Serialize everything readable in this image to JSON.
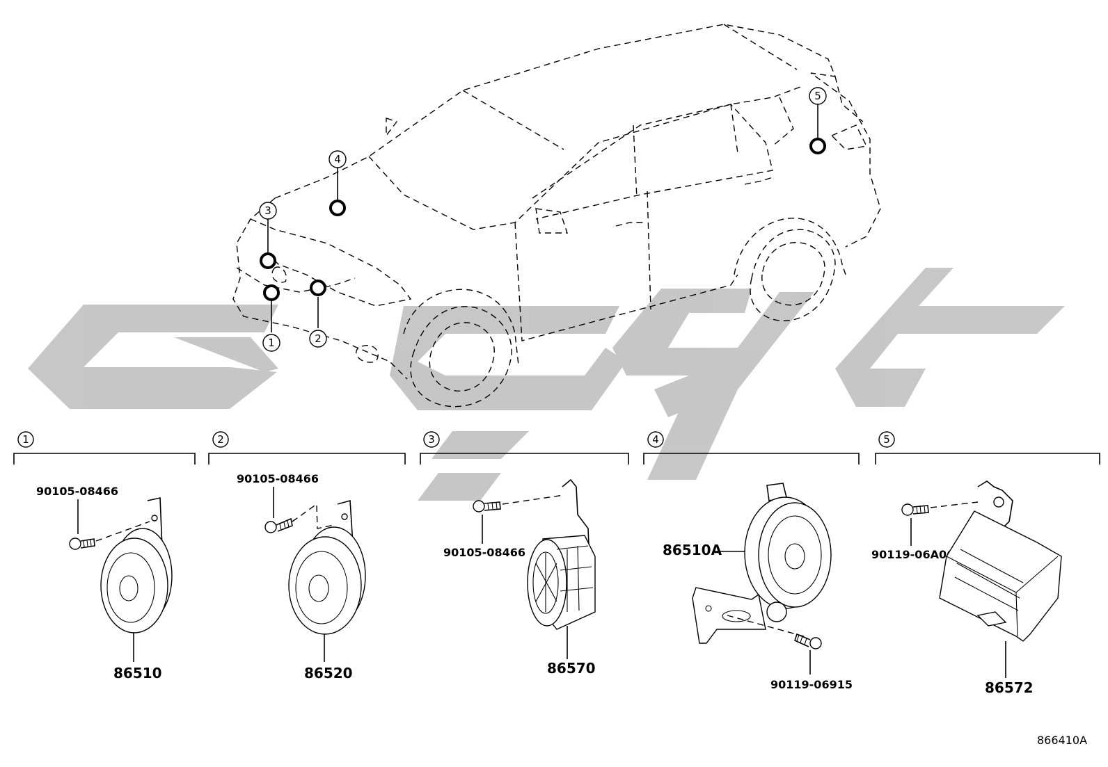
{
  "diagram": {
    "drawing_code": "866410A",
    "watermark_color": "#bdbdbd",
    "location_markers": [
      "1",
      "2",
      "3",
      "4",
      "5"
    ],
    "sections": [
      {
        "index": "1",
        "parts": [
          {
            "part_number": "90105-08466",
            "icon": "bolt-icon"
          },
          {
            "part_number": "86510",
            "icon": "horn-icon"
          }
        ]
      },
      {
        "index": "2",
        "parts": [
          {
            "part_number": "90105-08466",
            "icon": "bolt-icon"
          },
          {
            "part_number": "86520",
            "icon": "horn-icon"
          }
        ]
      },
      {
        "index": "3",
        "parts": [
          {
            "part_number": "90105-08466",
            "icon": "bolt-icon"
          },
          {
            "part_number": "86570",
            "icon": "speaker-icon"
          }
        ]
      },
      {
        "index": "4",
        "parts": [
          {
            "part_number": "86510A",
            "icon": "horn-icon"
          },
          {
            "part_number": "90119-06915",
            "icon": "bolt-icon"
          }
        ]
      },
      {
        "index": "5",
        "parts": [
          {
            "part_number": "90119-06A06",
            "icon": "bolt-icon"
          },
          {
            "part_number": "86572",
            "icon": "control-module-icon"
          }
        ]
      }
    ]
  }
}
